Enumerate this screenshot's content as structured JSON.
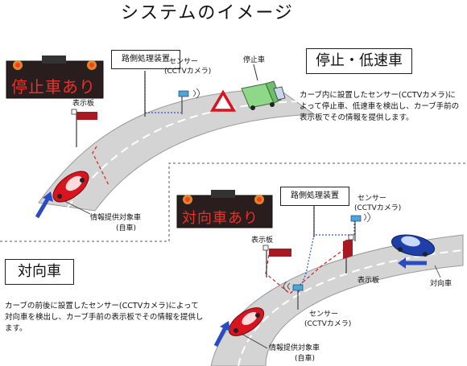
{
  "title": "システムのイメージ",
  "top_section": {
    "label": "停止・低速車",
    "sign_message": "停止車あり",
    "roadside_unit": "路側処理装置",
    "sensor_label": "センサー",
    "sensor_sub": "(CCTVカメラ)",
    "stopped_vehicle_label": "停止車",
    "display_board_label": "表示板",
    "target_vehicle_label": "情報提供対象車",
    "target_vehicle_sub": "(自車)",
    "description": "カーブ内に設置したセンサー(CCTVカメラ)によって停止車、低速車を検出し、カーブ手前の表示板でその情報を提供します。"
  },
  "bottom_section": {
    "label": "対向車",
    "sign_message": "対向車あり",
    "roadside_unit": "路側処理装置",
    "sensor_label_top": "センサー",
    "sensor_sub_top": "(CCTVカメラ)",
    "sensor_label_bottom": "センサー",
    "sensor_sub_bottom": "(CCTVカメラ)",
    "display_board_left": "表示板",
    "display_board_right": "表示板",
    "oncoming_vehicle_label": "対向車",
    "target_vehicle_label": "情報提供対象車",
    "target_vehicle_sub": "(自車)",
    "description": "カーブの前後に設置したセンサー(CCTVカメラ)によって対向車を検出し、カーブ手前の表示板でその情報を提供します。"
  },
  "colors": {
    "road": "#d4d4d4",
    "road_edge": "#9a9a9a",
    "car_red": "#d8141e",
    "car_blue": "#1f3fa8",
    "arrow_blue": "#2a4cc0",
    "led_red": "#e8322a",
    "sign_board": "#a81a22",
    "wire_blue": "#2a55c8",
    "wire_red": "#d42020",
    "truck_green": "#8fd88a",
    "triangle_red": "#d8141e"
  }
}
